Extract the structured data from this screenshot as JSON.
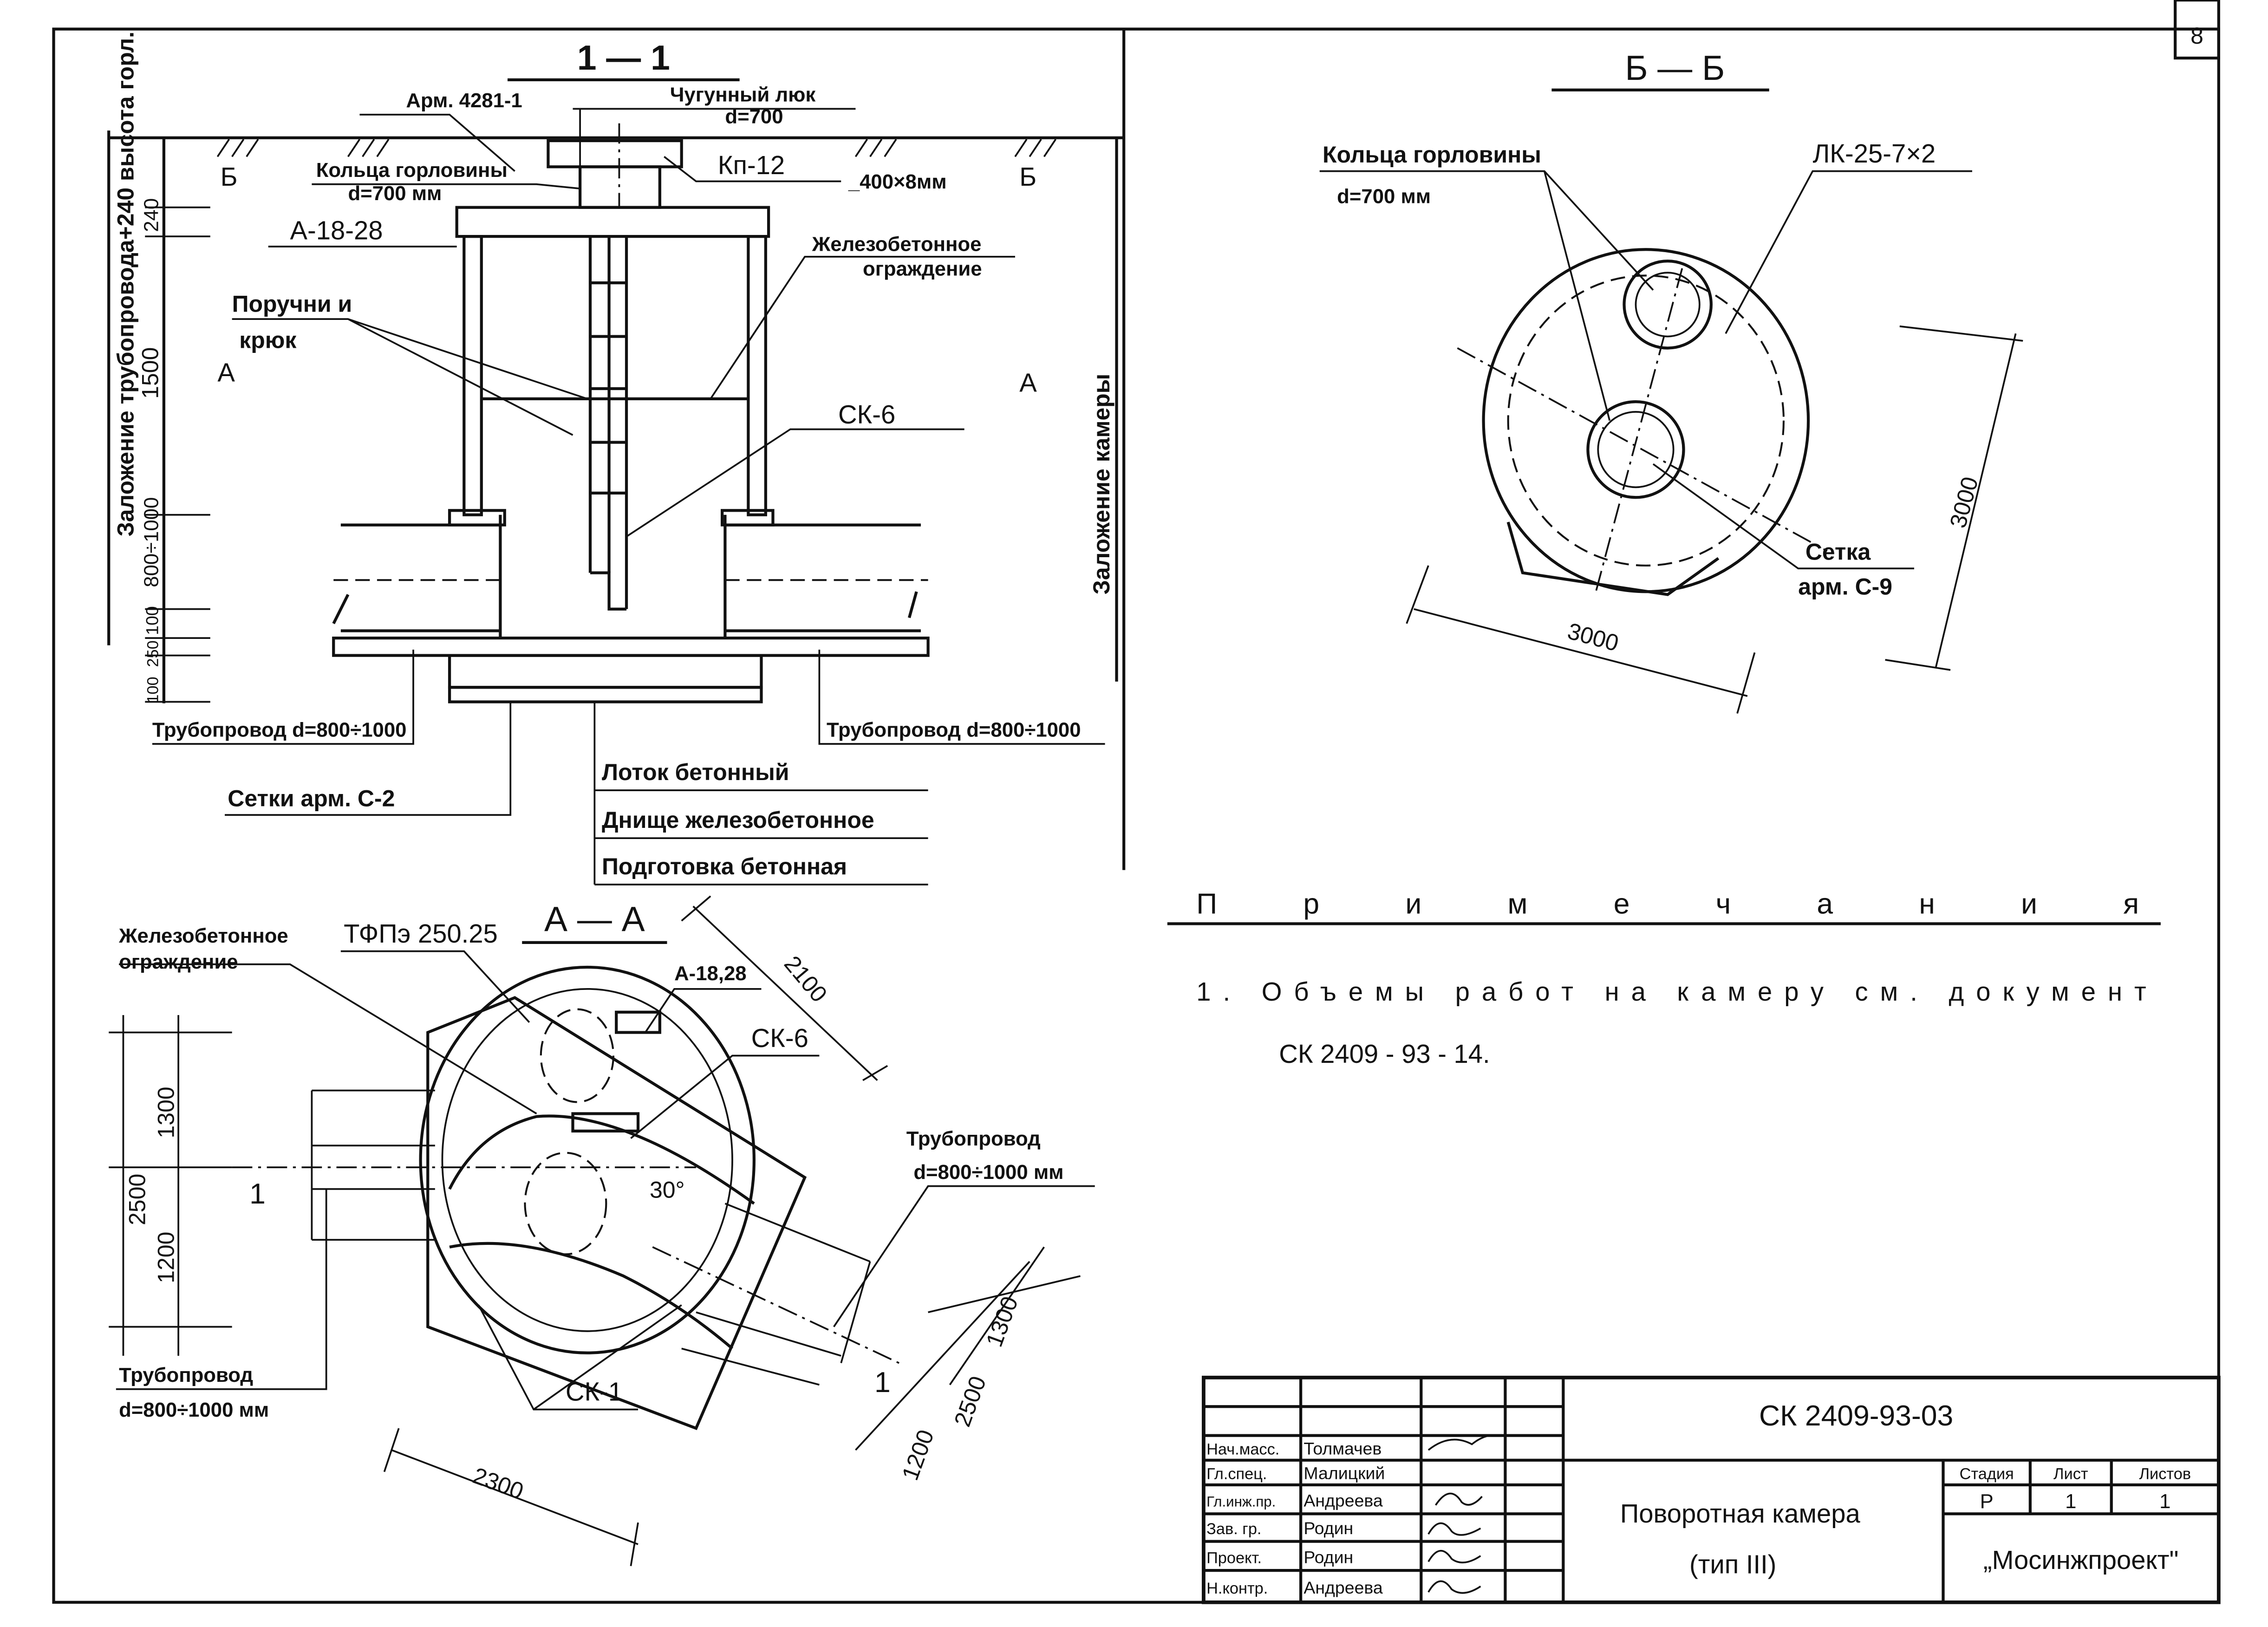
{
  "sheet_number": "8",
  "section_1_1": {
    "title": "1 — 1",
    "hatch_label": "Арм. 4281-1",
    "manhole_label": "Чугунный люк",
    "manhole_dia": "d=700",
    "rings_label": "Кольца горловины",
    "rings_dia": "d=700 мм",
    "slab_label": "Кп-12",
    "plate_label": "_400×8мм",
    "ring_beam_label": "А-18-28",
    "wall_label_1": "Железобетонное",
    "wall_label_2": "ограждение",
    "rails_label_1": "Поручни и",
    "rails_label_2": "крюк",
    "ladder_label": "СК-6",
    "pipe_left": "Трубопровод d=800÷1000",
    "pipe_right": "Трубопровод d=800÷1000",
    "mesh_label": "Сетки арм. С-2",
    "layer_1": "Лоток бетонный",
    "layer_2": "Днище железобетонное",
    "layer_3": "Подготовка бетонная",
    "cut_b_left": "Б",
    "cut_b_right": "Б",
    "cut_a_left": "А",
    "cut_a_right": "А",
    "dim_240": "240",
    "dim_1500": "1500",
    "dim_800_1000": "800÷1000",
    "dim_100a": "100",
    "dim_250": "250",
    "dim_100b": "100",
    "left_vertical_label": "Заложение трубопровода+240 высота горл.",
    "right_vertical_label": "Заложение камеры"
  },
  "section_b_b": {
    "title": "Б — Б",
    "rings_label": "Кольца горловины",
    "rings_dia": "d=700 мм",
    "slab_label": "ЛК-25-7×2",
    "mesh_label_1": "Сетка",
    "mesh_label_2": "арм. С-9",
    "dim_bottom": "3000",
    "dim_right": "3000"
  },
  "section_a_a": {
    "title": "А — А",
    "wall_label_1": "Железобетонное",
    "wall_label_2": "ограждение",
    "slab_label": "ТФПэ 250.25",
    "beam_label": "А-18,28",
    "dim_2100": "2100",
    "ladder_label": "СК-6",
    "pipe_right_1": "Трубопровод",
    "pipe_right_2": "d=800÷1000 мм",
    "angle": "30°",
    "dim_left_1300": "1300",
    "dim_left_2500": "2500",
    "dim_left_1200": "1200",
    "cut_left": "1",
    "pipe_left_1": "Трубопровод",
    "pipe_left_2": "d=800÷1000 мм",
    "ladder_bottom_label": "СК-1",
    "dim_2300": "2300",
    "cut_right": "1",
    "dim_right_1300": "1300",
    "dim_right_2500": "2500",
    "dim_right_1200": "1200"
  },
  "notes": {
    "heading": "П р и м е ч а н и я",
    "item_1_line_1": "1.  Объемы     работ     на     камеру     см. документ",
    "item_1_line_2": "СК 2409 - 93 - 14."
  },
  "title_block": {
    "code": "СК 2409-93-03",
    "staff": [
      {
        "role": "Нач.масс.",
        "name": "Толмачев"
      },
      {
        "role": "Гл.спец.",
        "name": "Малицкий"
      },
      {
        "role": "Гл.инж.пр.",
        "name": "Андреева"
      },
      {
        "role": "Зав. гр.",
        "name": "Родин"
      },
      {
        "role": "Проект.",
        "name": "Родин"
      },
      {
        "role": "Н.контр.",
        "name": "Андреева"
      }
    ],
    "title_line_1": "Поворотная   камера",
    "title_line_2": "(тип III)",
    "stage_header": "Стадия",
    "sheet_header": "Лист",
    "sheets_header": "Листов",
    "stage_value": "Р",
    "sheet_value": "1",
    "sheets_value": "1",
    "organization": "„Мосинжпроект\""
  }
}
